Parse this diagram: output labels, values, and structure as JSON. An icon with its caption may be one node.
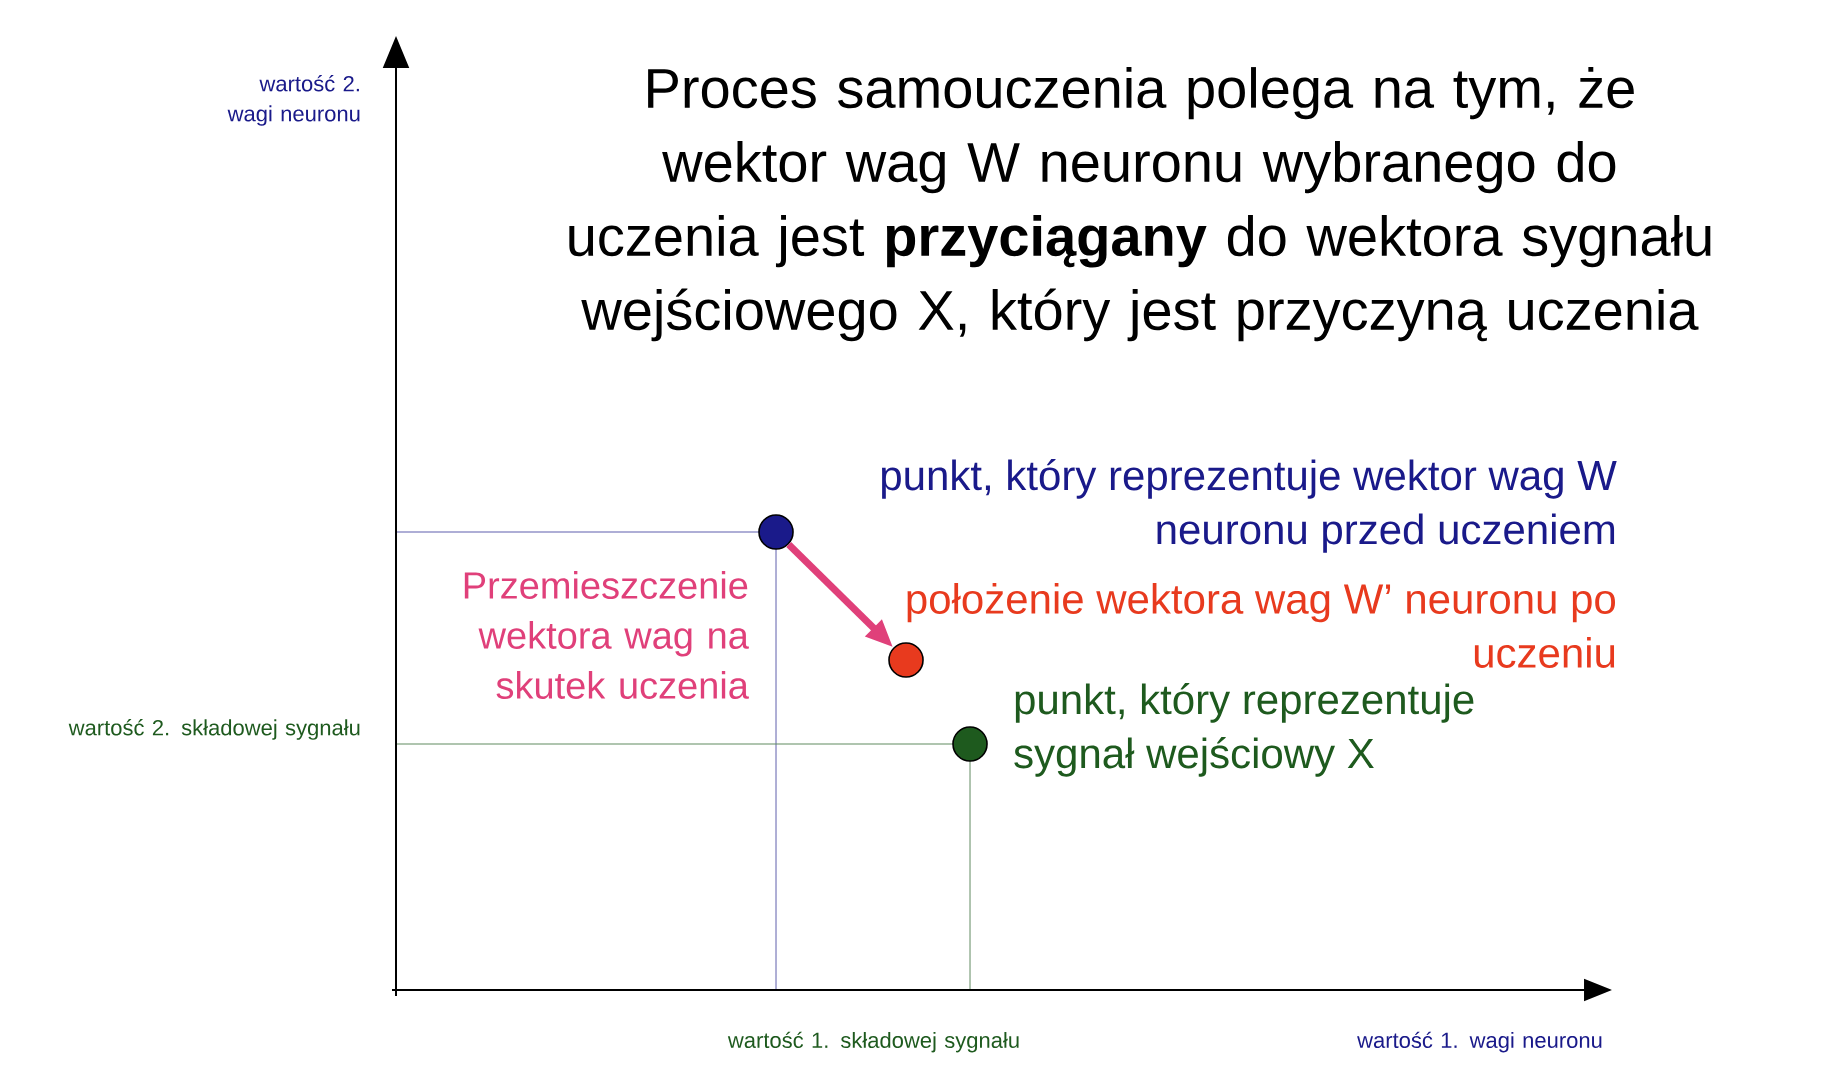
{
  "diagram": {
    "title": "Proces samouczenia polega na tym, że wektor wag W neuronu wybranego do uczenia jest **przyciągany** do wektora sygnału wejściowego X, który jest przyczyną uczenia",
    "nodes": [
      {
        "text": [],
        "shape": "circle",
        "beside": [
          "punkt, który reprezentuje wektor wag W neuronu przed uczeniem"
        ]
      },
      {
        "text": [],
        "shape": "circle",
        "beside": [
          "położenie wektora wag W’ neuronu po uczeniu"
        ]
      },
      {
        "text": [],
        "shape": "circle",
        "beside": [
          "punkt, który reprezentuje sygnał wejściowy X"
        ]
      }
    ],
    "edges": [
      {
        "from": 0,
        "to": 1,
        "arrow": "to",
        "color": "#e0407a"
      }
    ],
    "labels": [
      "wartość 2. wagi neuronu",
      "Przemieszczenie wektora wag na skutek uczenia",
      "wartość 2. składowej sygnału",
      "wartość 1. składowej sygnału",
      "wartość 1. wagi neuronu"
    ]
  }
}
